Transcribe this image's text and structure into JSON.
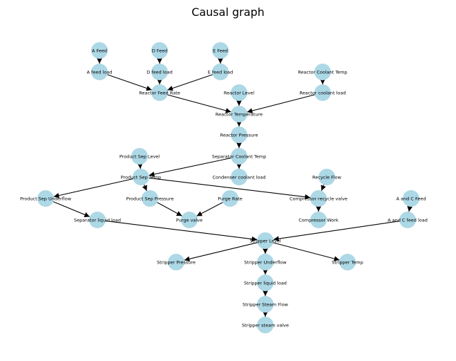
{
  "title": "Causal graph",
  "colors": {
    "node_fill": "#add8e6",
    "edge": "#000000"
  },
  "nodes": [
    {
      "id": "A Feed"
    },
    {
      "id": "D Feed"
    },
    {
      "id": "E Feed"
    },
    {
      "id": "A feed load"
    },
    {
      "id": "D feed load"
    },
    {
      "id": "E feed load"
    },
    {
      "id": "Reactor Coolant Temp"
    },
    {
      "id": "Reactor Feed Rate"
    },
    {
      "id": "Reactor Level"
    },
    {
      "id": "Reactor coolant load"
    },
    {
      "id": "Reactor Temperature"
    },
    {
      "id": "Reactor Pressure"
    },
    {
      "id": "Product Sep Level"
    },
    {
      "id": "Separator Coolant Temp"
    },
    {
      "id": "Product Sep Temp"
    },
    {
      "id": "Condenser coolant load"
    },
    {
      "id": "Recycle Flow"
    },
    {
      "id": "Product Sep Underflow"
    },
    {
      "id": "Product Sep Pressure"
    },
    {
      "id": "Purge Rate"
    },
    {
      "id": "Compressor recycle valve"
    },
    {
      "id": "A and C Feed"
    },
    {
      "id": "Separator liquid load"
    },
    {
      "id": "Purge valve"
    },
    {
      "id": "Compressor Work"
    },
    {
      "id": "A and C feed load"
    },
    {
      "id": "Stripper Level"
    },
    {
      "id": "Stripper Pressure"
    },
    {
      "id": "Stripper Underflow"
    },
    {
      "id": "Stripper Temp"
    },
    {
      "id": "Stripper liquid load"
    },
    {
      "id": "Stripper Steam Flow"
    },
    {
      "id": "Stripper steam valve"
    }
  ],
  "edges": [
    [
      "A Feed",
      "A feed load"
    ],
    [
      "D Feed",
      "D feed load"
    ],
    [
      "E Feed",
      "E feed load"
    ],
    [
      "A feed load",
      "Reactor Feed Rate"
    ],
    [
      "D feed load",
      "Reactor Feed Rate"
    ],
    [
      "E feed load",
      "Reactor Feed Rate"
    ],
    [
      "Reactor Coolant Temp",
      "Reactor coolant load"
    ],
    [
      "Reactor Feed Rate",
      "Reactor Temperature"
    ],
    [
      "Reactor Level",
      "Reactor Temperature"
    ],
    [
      "Reactor coolant load",
      "Reactor Temperature"
    ],
    [
      "Reactor Temperature",
      "Reactor Pressure"
    ],
    [
      "Reactor Pressure",
      "Separator Coolant Temp"
    ],
    [
      "Product Sep Level",
      "Product Sep Temp"
    ],
    [
      "Separator Coolant Temp",
      "Product Sep Temp"
    ],
    [
      "Separator Coolant Temp",
      "Condenser coolant load"
    ],
    [
      "Product Sep Temp",
      "Product Sep Underflow"
    ],
    [
      "Product Sep Temp",
      "Product Sep Pressure"
    ],
    [
      "Product Sep Temp",
      "Compressor recycle valve"
    ],
    [
      "Recycle Flow",
      "Compressor recycle valve"
    ],
    [
      "A and C Feed",
      "A and C feed load"
    ],
    [
      "Product Sep Underflow",
      "Separator liquid load"
    ],
    [
      "Product Sep Pressure",
      "Purge valve"
    ],
    [
      "Purge Rate",
      "Purge valve"
    ],
    [
      "Compressor recycle valve",
      "Compressor Work"
    ],
    [
      "Separator liquid load",
      "Stripper Level"
    ],
    [
      "A and C feed load",
      "Stripper Level"
    ],
    [
      "Stripper Level",
      "Stripper Pressure"
    ],
    [
      "Stripper Level",
      "Stripper Underflow"
    ],
    [
      "Stripper Level",
      "Stripper Temp"
    ],
    [
      "Stripper Underflow",
      "Stripper liquid load"
    ],
    [
      "Stripper liquid load",
      "Stripper Steam Flow"
    ],
    [
      "Stripper Steam Flow",
      "Stripper steam valve"
    ]
  ]
}
